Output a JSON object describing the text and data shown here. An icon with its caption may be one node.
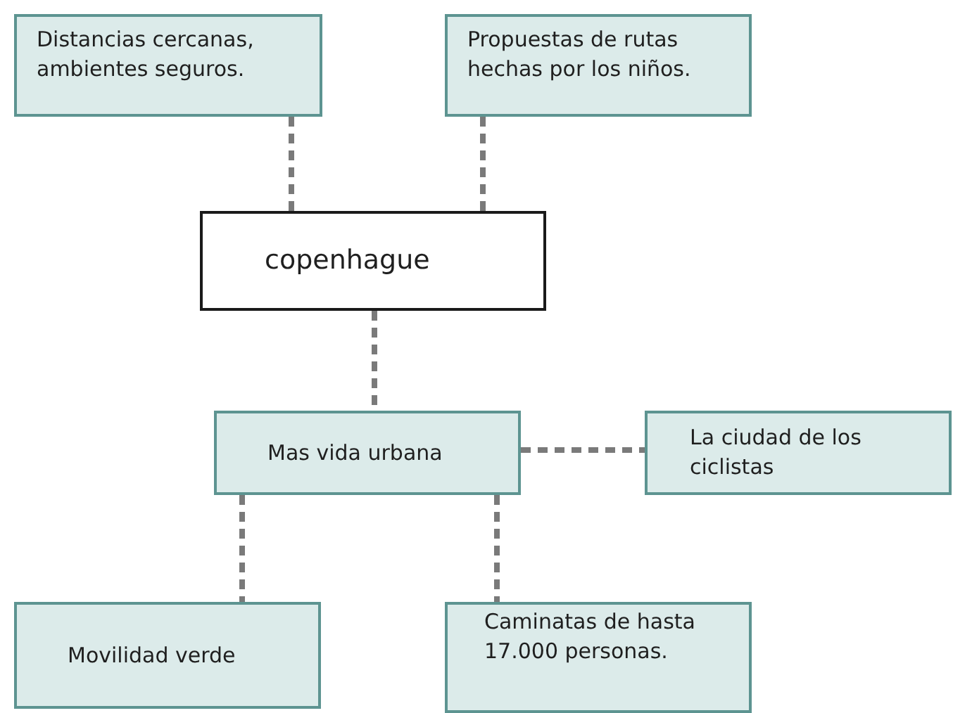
{
  "diagram": {
    "nodes": [
      {
        "text": [
          "Distancias cercanas, ambientes seguros."
        ]
      },
      {
        "text": [
          "Propuestas de rutas hechas por los niños."
        ]
      },
      {
        "text": [
          "copenhague"
        ]
      },
      {
        "text": [
          "Mas vida urbana"
        ]
      },
      {
        "text": [
          "La ciudad de los ciclistas"
        ]
      },
      {
        "text": [
          "Movilidad verde"
        ]
      },
      {
        "text": [
          "Caminatas de hasta 17.000 personas."
        ]
      }
    ],
    "edges": [
      {
        "from": 0,
        "to": 2,
        "arrow": "none",
        "style": "dashed"
      },
      {
        "from": 1,
        "to": 2,
        "arrow": "none",
        "style": "dashed"
      },
      {
        "from": 2,
        "to": 3,
        "arrow": "none",
        "style": "dashed"
      },
      {
        "from": 3,
        "to": 4,
        "arrow": "none",
        "style": "dashed"
      },
      {
        "from": 3,
        "to": 5,
        "arrow": "none",
        "style": "dashed"
      },
      {
        "from": 3,
        "to": 6,
        "arrow": "none",
        "style": "dashed"
      }
    ]
  }
}
